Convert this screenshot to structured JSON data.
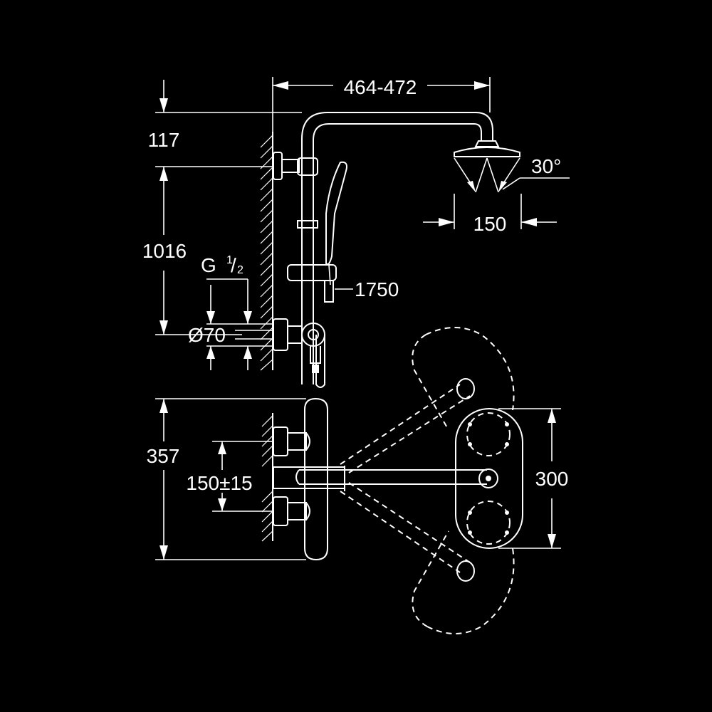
{
  "colors": {
    "background": "#000000",
    "line": "#ffffff"
  },
  "dimensions": {
    "arm_reach": "464-472",
    "head_drop": "117",
    "rail_height": "1016",
    "spray_angle": "30°",
    "head_diameter": "150",
    "hose_length": "1750",
    "thread_g": "G",
    "thread_num": "1",
    "thread_den": "2",
    "flange_diameter": "Ø70",
    "mixer_height": "357",
    "inlet_spacing": "150±15",
    "plate_height": "300"
  }
}
